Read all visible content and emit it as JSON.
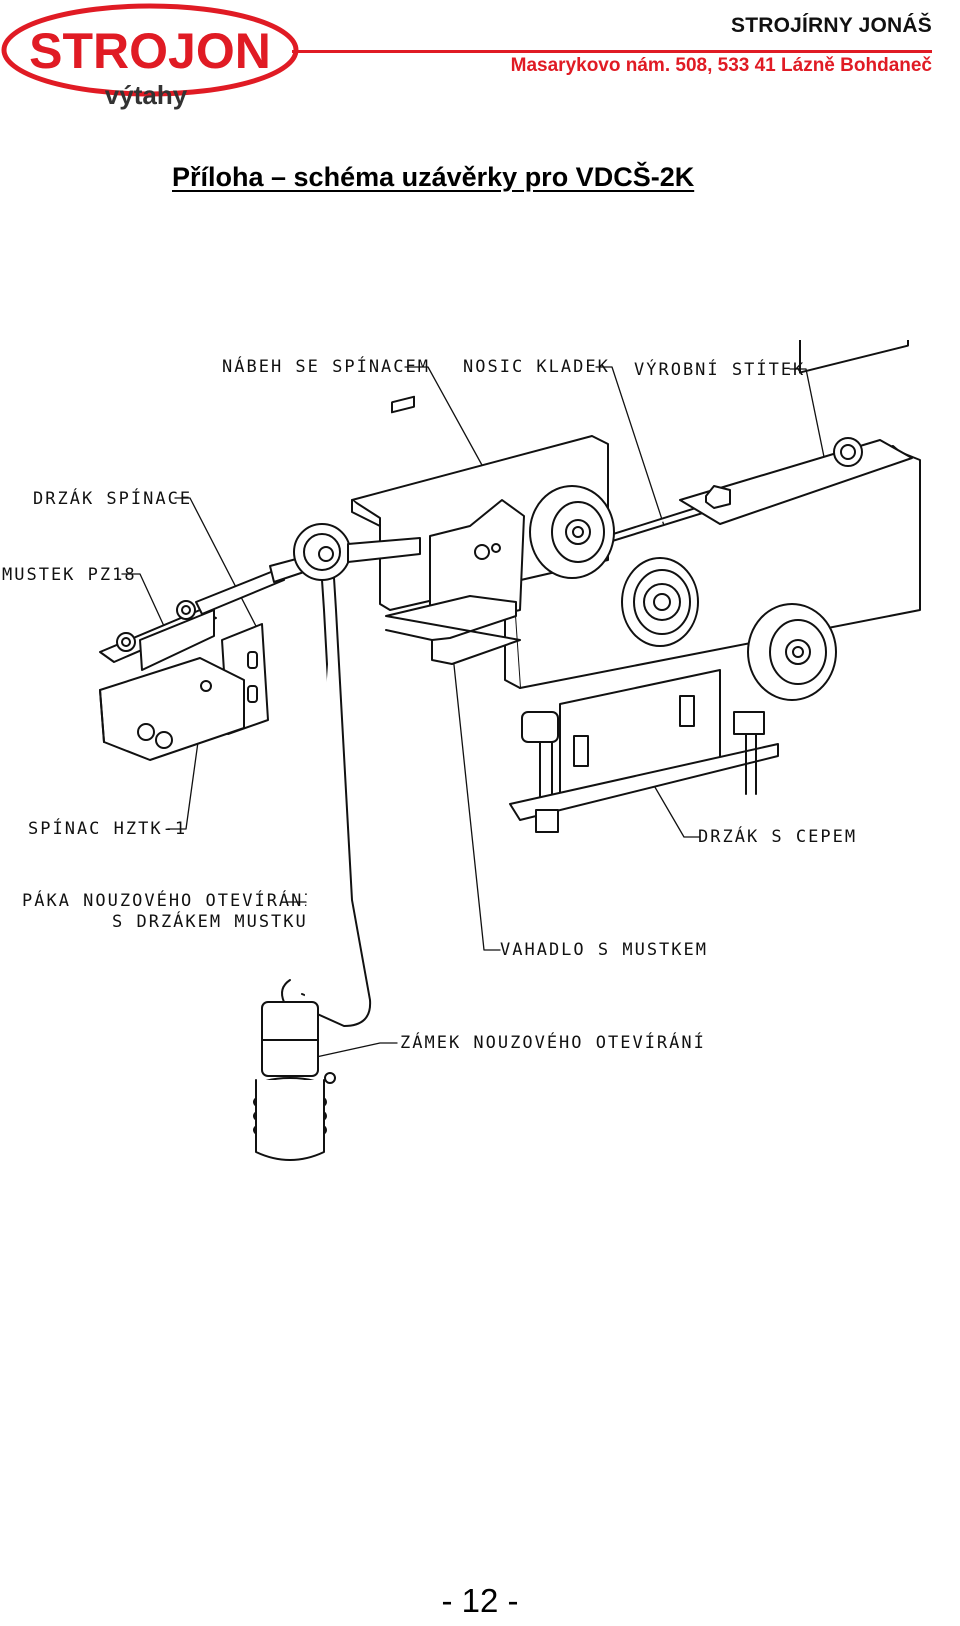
{
  "header": {
    "logo_text": "STROJON",
    "logo_subtext": "výtahy",
    "company_name": "STROJÍRNY JONÁŠ",
    "company_address": "Masarykovo nám. 508, 533 41 Lázně Bohdaneč",
    "accent_color": "#e01b24"
  },
  "title": "Příloha – schéma uzávěrky pro VDCŠ-2K",
  "labels": {
    "naběh": "NÁBEH SE SPÍNACEM",
    "nosic": "NOSIC KLADEK",
    "stitek": "VÝROBNÍ STÍTEK",
    "drzak_spinace": "DRZÁK SPÍNACE",
    "mustek": "MUSTEK PZ18",
    "spinac": "SPÍNAC HZTK-1",
    "paka_1": "PÁKA NOUZOVÉHO OTEVÍRÁNÍ",
    "paka_2": "S DRZÁKEM MUSTKU",
    "drzak_cepem": "DRZÁK S CEPEM",
    "vahadlo": "VAHADLO S MUSTKEM",
    "zamek": "ZÁMEK NOUZOVÉHO OTEVÍRÁNÍ"
  },
  "page_number": "- 12 -"
}
